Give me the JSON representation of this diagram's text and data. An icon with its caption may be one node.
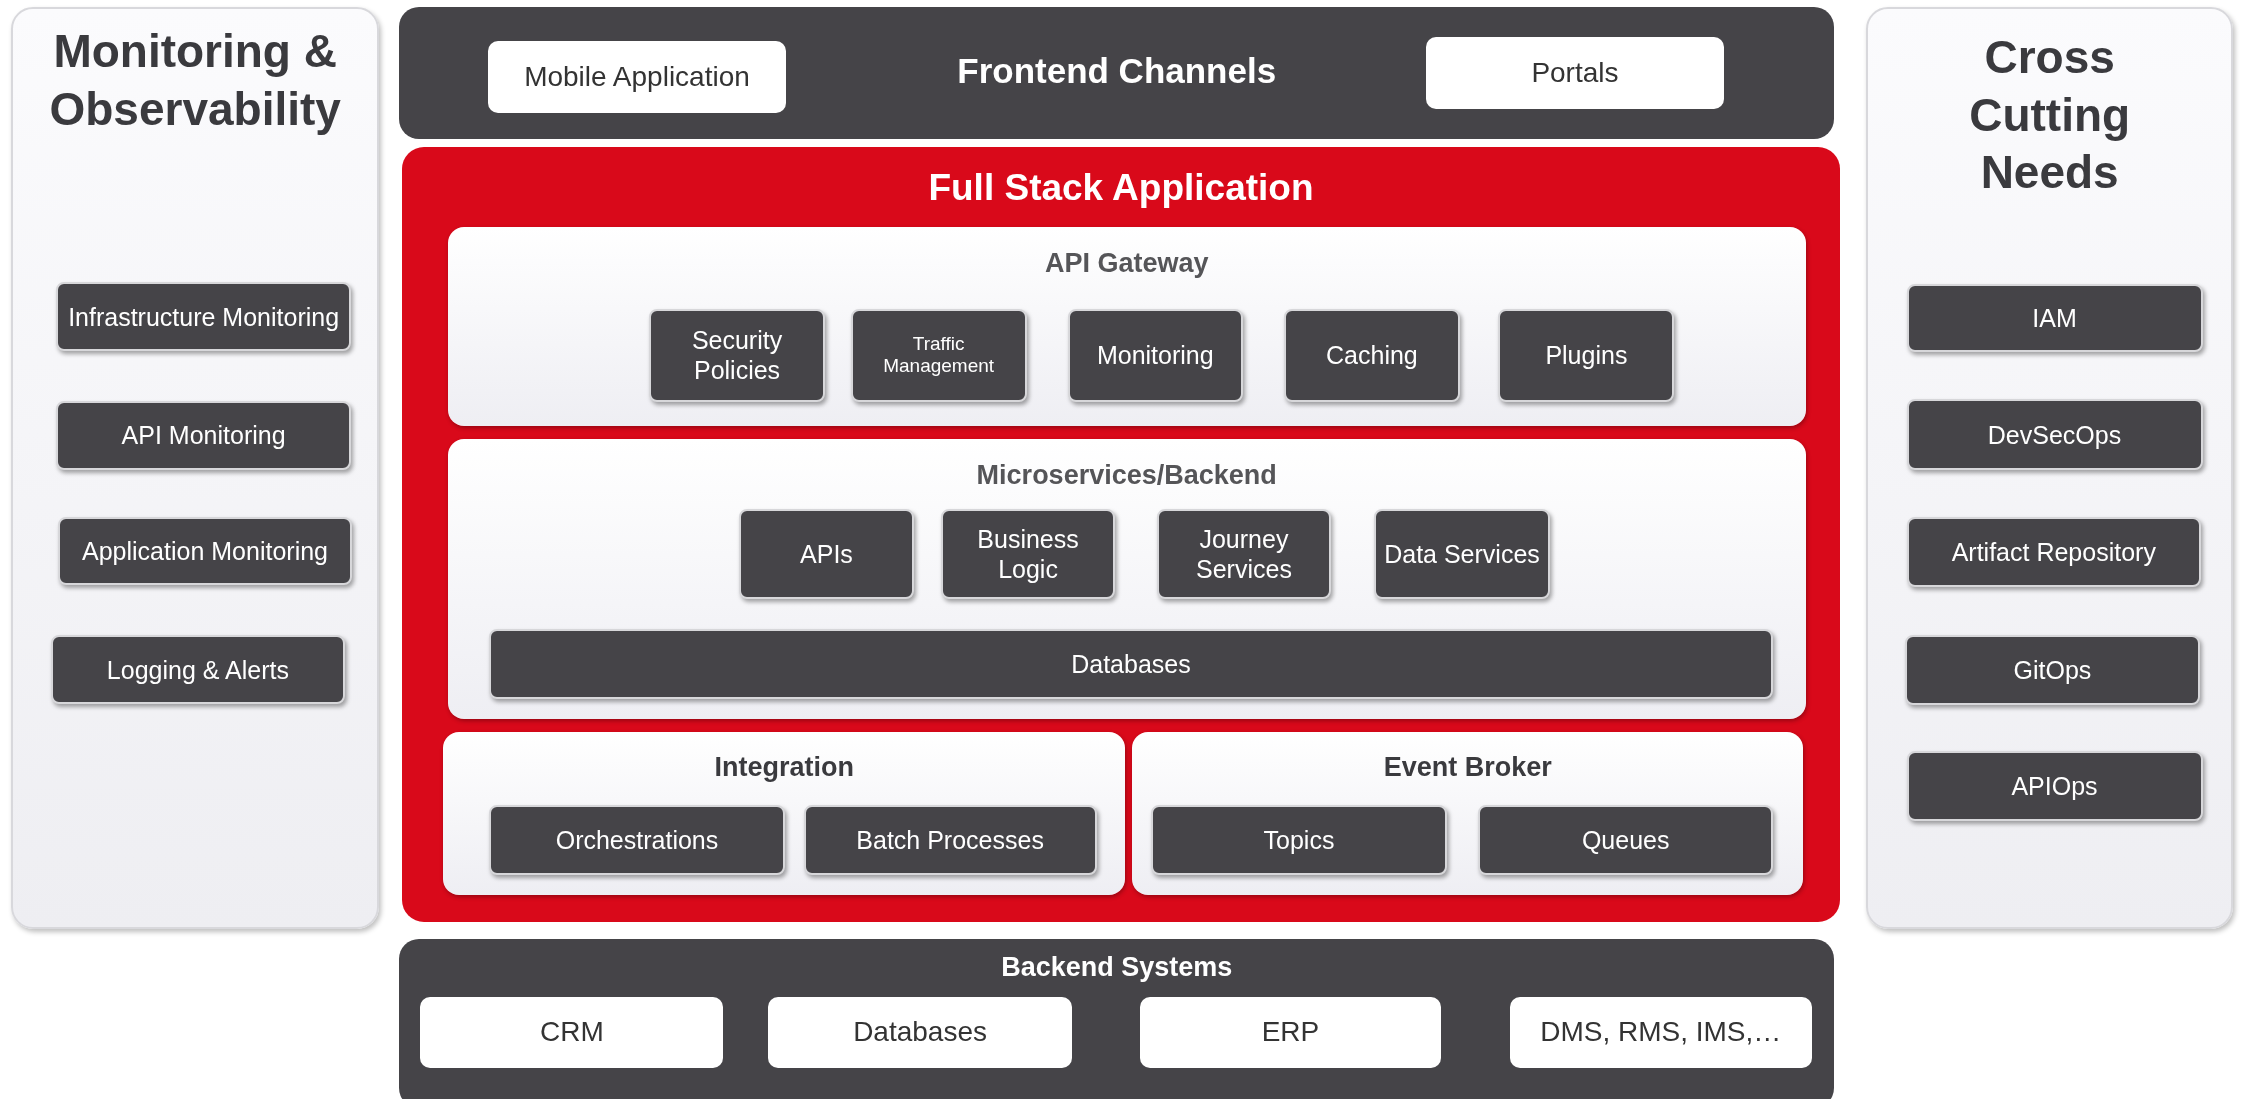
{
  "diagram": {
    "nodes": [
      {
        "text": [
          "Monitoring & Observability"
        ]
      },
      {
        "text": [
          "Infrastructure Monitoring"
        ],
        "in": 0
      },
      {
        "text": [
          "API Monitoring"
        ],
        "in": 0
      },
      {
        "text": [
          "Application Monitoring"
        ],
        "in": 0
      },
      {
        "text": [
          "Logging & Alerts"
        ],
        "in": 0
      },
      {
        "text": [
          "Frontend Channels"
        ]
      },
      {
        "text": [
          "Mobile Application"
        ],
        "in": 5
      },
      {
        "text": [
          "Portals"
        ],
        "in": 5
      },
      {
        "text": [
          "Full Stack Application"
        ]
      },
      {
        "text": [
          "API Gateway"
        ],
        "in": 8
      },
      {
        "text": [
          "Security Policies"
        ],
        "in": 9
      },
      {
        "text": [
          "Traffic Management"
        ],
        "in": 9
      },
      {
        "text": [
          "Monitoring"
        ],
        "in": 9
      },
      {
        "text": [
          "Caching"
        ],
        "in": 9
      },
      {
        "text": [
          "Plugins"
        ],
        "in": 9
      },
      {
        "text": [
          "Microservices/Backend"
        ],
        "in": 8
      },
      {
        "text": [
          "APIs"
        ],
        "in": 15
      },
      {
        "text": [
          "Business Logic"
        ],
        "in": 15
      },
      {
        "text": [
          "Journey Services"
        ],
        "in": 15
      },
      {
        "text": [
          "Data Services"
        ],
        "in": 15
      },
      {
        "text": [
          "Databases"
        ],
        "in": 15
      },
      {
        "text": [
          "Integration"
        ],
        "in": 8
      },
      {
        "text": [
          "Orchestrations"
        ],
        "in": 21
      },
      {
        "text": [
          "Batch Processes"
        ],
        "in": 21
      },
      {
        "text": [
          "Event Broker"
        ],
        "in": 8
      },
      {
        "text": [
          "Topics"
        ],
        "in": 24
      },
      {
        "text": [
          "Queues"
        ],
        "in": 24
      },
      {
        "text": [
          "Cross Cutting Needs"
        ]
      },
      {
        "text": [
          "IAM"
        ],
        "in": 27
      },
      {
        "text": [
          "DevSecOps"
        ],
        "in": 27
      },
      {
        "text": [
          "Artifact Repository"
        ],
        "in": 27
      },
      {
        "text": [
          "GitOps"
        ],
        "in": 27
      },
      {
        "text": [
          "APIOps"
        ],
        "in": 27
      },
      {
        "text": [
          "Backend Systems"
        ]
      },
      {
        "text": [
          "CRM"
        ],
        "in": 33
      },
      {
        "text": [
          "Databases"
        ],
        "in": 33
      },
      {
        "text": [
          "ERP"
        ],
        "in": 33
      },
      {
        "text": [
          "DMS, RMS, IMS,…"
        ],
        "in": 33
      }
    ]
  }
}
